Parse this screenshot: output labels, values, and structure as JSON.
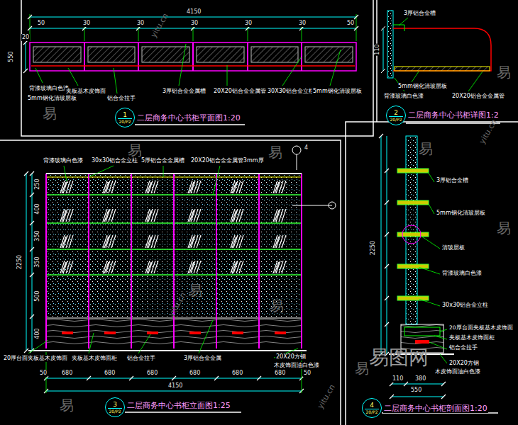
{
  "diagram": {
    "nodes": [
      {
        "text": [
          "1",
          "20/P2"
        ]
      },
      {
        "text": [
          "2",
          "20/P2"
        ]
      },
      {
        "text": [
          "3",
          "20/P2"
        ]
      },
      {
        "text": [
          "4",
          "20/P2"
        ]
      }
    ],
    "labels": [
      "4150",
      "50",
      "30",
      "30",
      "30",
      "30",
      "30",
      "50",
      "550",
      "20",
      "背漆玻璃白色漆",
      "5mm钢化清玻层板",
      "夹板基木皮饰面",
      "铝合金拉手",
      "3厚铝合金金属槽",
      "20X20铝合金金属管",
      "30X30铝合金立柱",
      "5mm钢化清玻层板",
      "二层商务中心书柜平面图1:20",
      "3厚铝合金槽",
      "110",
      "5mm钢化清玻层板",
      "背漆玻璃白色漆",
      "20X20铝合金金属管",
      "二层商务中心书柜详图1:2",
      "背漆玻璃白色漆",
      "30x30铝合金立柱",
      "5厚铝合金金属槽",
      "20X20铝合金金属管3mm厚",
      "4",
      "2250",
      "250",
      "400",
      "350",
      "350",
      "500",
      "400",
      "20厚台面夹板基木皮饰面",
      "夹板基木皮饰面柜",
      "铝合金拉手",
      "3厚铝合金金属",
      "20X20方钢",
      "木皮饰面油白色漆",
      "50",
      "680",
      "680",
      "680",
      "680",
      "680",
      "680",
      "50",
      "4150",
      "二层商务中心书柜立面图1:25",
      "3厚铝合金槽",
      "5mm钢化清玻层板",
      "清玻层板",
      "背漆玻璃白色漆",
      "30x30铝合金立柱",
      "2250",
      "20厚台面夹板基木皮饰面",
      "夹板基木皮饰面柜",
      "铝合金拉手",
      "20X20方钢",
      "木皮饰面油白色漆",
      "110",
      "380",
      "550",
      "二层商务中心书柜剖面图1:20",
      "易",
      "易",
      "易",
      "易",
      "易",
      "易",
      "易",
      "易",
      "易",
      "易",
      "yitu.cn",
      "yitu.cn",
      "yitu.cn",
      "yitu.cn",
      "易图网"
    ]
  }
}
